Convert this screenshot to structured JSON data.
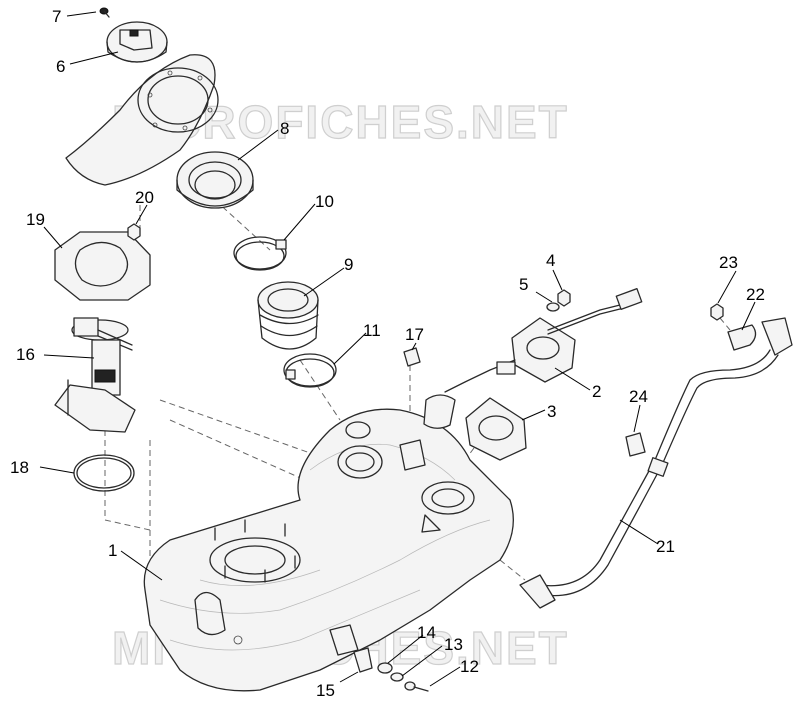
{
  "watermark": "MICROFICHES.NET",
  "callouts": [
    {
      "id": "c1",
      "label": "1"
    },
    {
      "id": "c2",
      "label": "2"
    },
    {
      "id": "c3",
      "label": "3"
    },
    {
      "id": "c4",
      "label": "4"
    },
    {
      "id": "c5",
      "label": "5"
    },
    {
      "id": "c6",
      "label": "6"
    },
    {
      "id": "c7",
      "label": "7"
    },
    {
      "id": "c8",
      "label": "8"
    },
    {
      "id": "c9",
      "label": "9"
    },
    {
      "id": "c10",
      "label": "10"
    },
    {
      "id": "c11",
      "label": "11"
    },
    {
      "id": "c12",
      "label": "12"
    },
    {
      "id": "c13",
      "label": "13"
    },
    {
      "id": "c14",
      "label": "14"
    },
    {
      "id": "c15",
      "label": "15"
    },
    {
      "id": "c16",
      "label": "16"
    },
    {
      "id": "c17",
      "label": "17"
    },
    {
      "id": "c18",
      "label": "18"
    },
    {
      "id": "c19",
      "label": "19"
    },
    {
      "id": "c20",
      "label": "20"
    },
    {
      "id": "c21",
      "label": "21"
    },
    {
      "id": "c22",
      "label": "22"
    },
    {
      "id": "c23",
      "label": "23"
    },
    {
      "id": "c24",
      "label": "24"
    }
  ]
}
